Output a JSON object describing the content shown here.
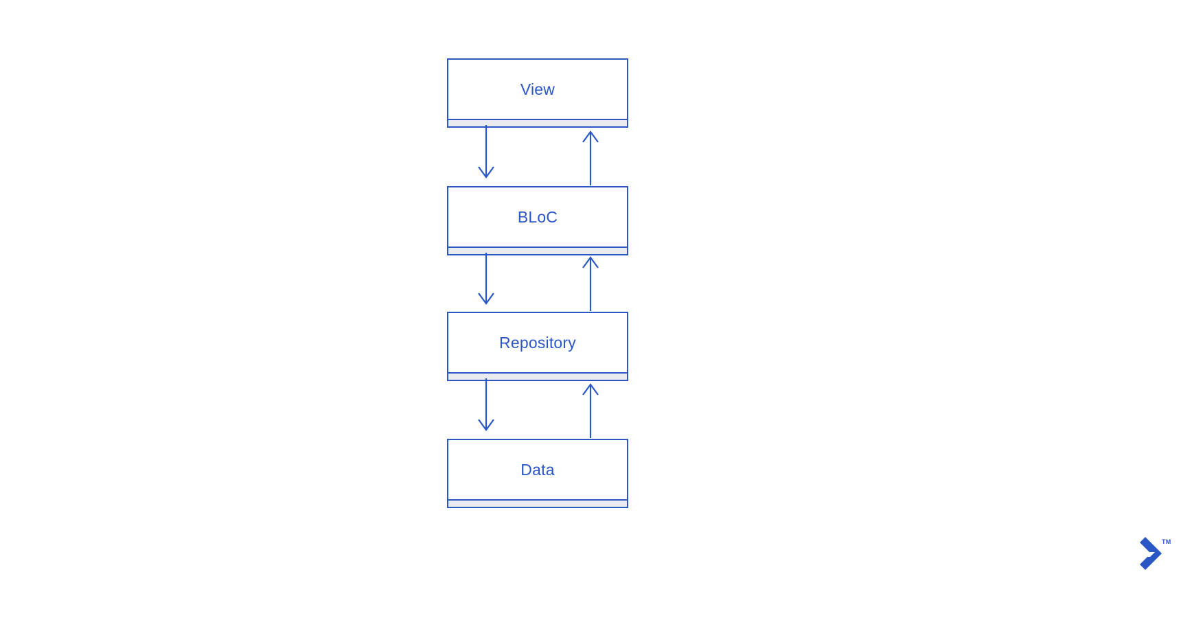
{
  "diagram": {
    "type": "flow",
    "orientation": "vertical",
    "accent_color": "#2a56c6",
    "shadow_band_color": "#e9ebef",
    "background_color": "#ffffff",
    "nodes": [
      {
        "id": "view",
        "label": "View"
      },
      {
        "id": "bloc",
        "label": "BLoC"
      },
      {
        "id": "repository",
        "label": "Repository"
      },
      {
        "id": "data",
        "label": "Data"
      }
    ],
    "edges": [
      {
        "from": "view",
        "to": "bloc",
        "direction": "down"
      },
      {
        "from": "bloc",
        "to": "view",
        "direction": "up"
      },
      {
        "from": "bloc",
        "to": "repository",
        "direction": "down"
      },
      {
        "from": "repository",
        "to": "bloc",
        "direction": "up"
      },
      {
        "from": "repository",
        "to": "data",
        "direction": "down"
      },
      {
        "from": "data",
        "to": "repository",
        "direction": "up"
      }
    ]
  },
  "brand": {
    "name": "toptal-logo",
    "trademark": "TM"
  }
}
